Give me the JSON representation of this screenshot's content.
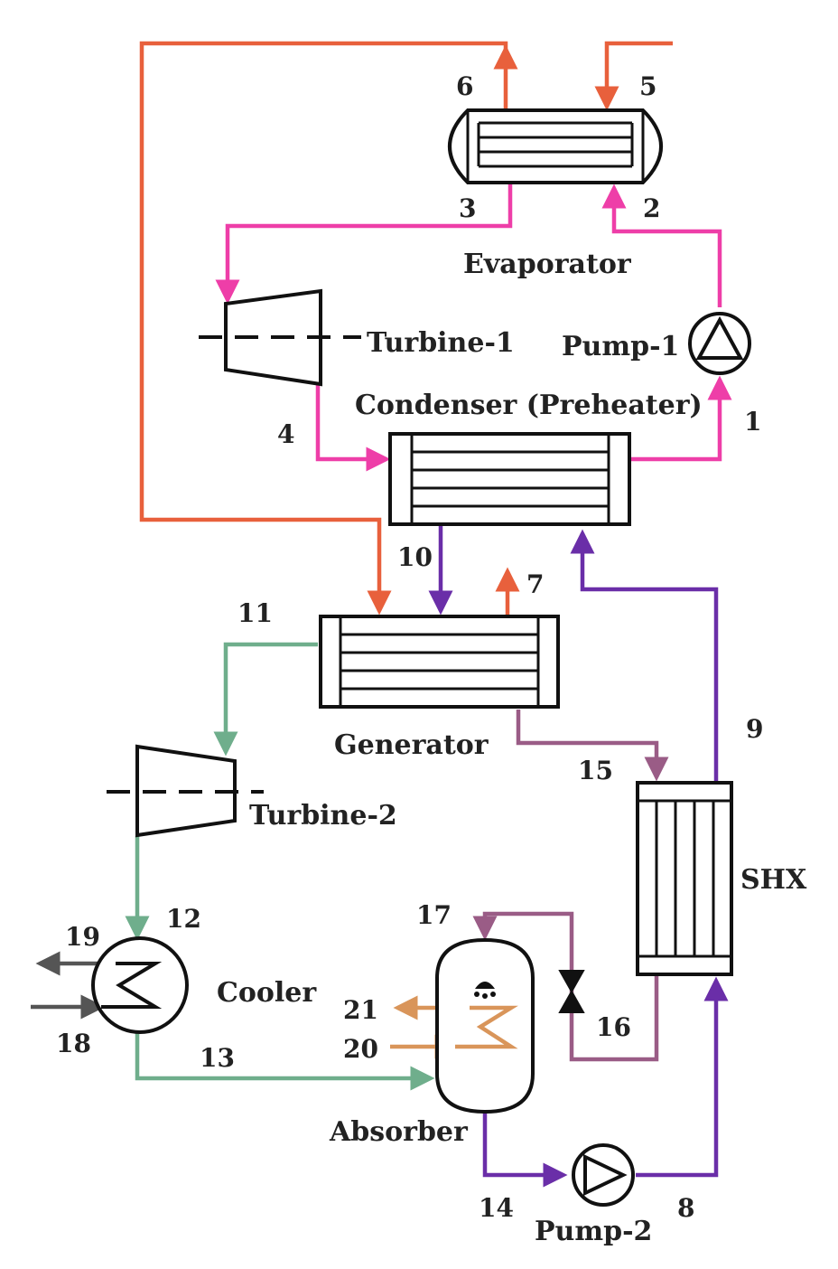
{
  "diagram": {
    "components": {
      "evaporator": "Evaporator",
      "turbine1": "Turbine-1",
      "pump1": "Pump-1",
      "condenser": "Condenser (Preheater)",
      "generator": "Generator",
      "turbine2": "Turbine-2",
      "shx": "SHX",
      "cooler": "Cooler",
      "absorber": "Absorber",
      "pump2": "Pump-2"
    },
    "states": {
      "s1": "1",
      "s2": "2",
      "s3": "3",
      "s4": "4",
      "s5": "5",
      "s6": "6",
      "s7": "7",
      "s8": "8",
      "s9": "9",
      "s10": "10",
      "s11": "11",
      "s12": "12",
      "s13": "13",
      "s14": "14",
      "s15": "15",
      "s16": "16",
      "s17": "17",
      "s18": "18",
      "s19": "19",
      "s20": "20",
      "s21": "21"
    },
    "colors": {
      "heat_source": "#e8603c",
      "orc_working_fluid": "#ee3ea8",
      "strong_solution": "#6a2ea8",
      "vapor": "#6fae8c",
      "weak_solution": "#9a5c86",
      "cooling_water": "#555555",
      "absorber_coolant": "#d9955a"
    }
  }
}
